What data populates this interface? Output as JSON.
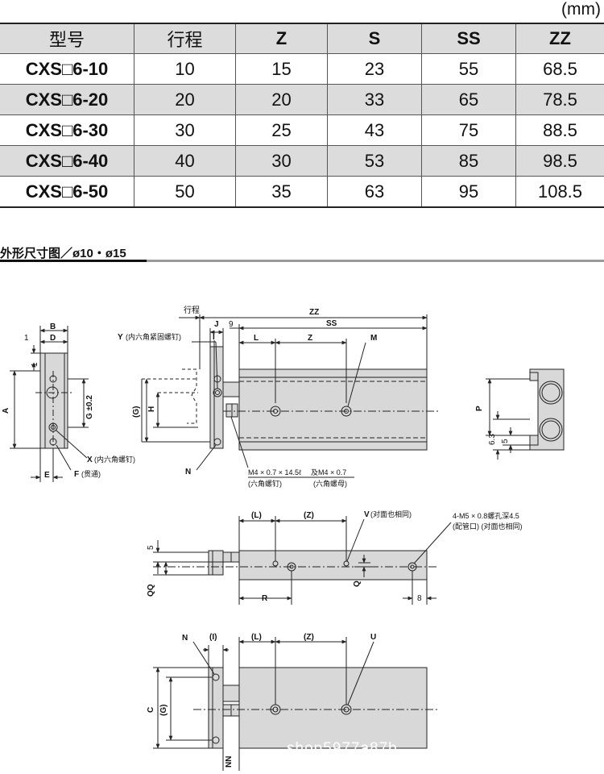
{
  "unit": "(mm)",
  "table": {
    "headers": [
      "型号",
      "行程",
      "Z",
      "S",
      "SS",
      "ZZ"
    ],
    "rows": [
      {
        "model": "CXS□6-10",
        "stroke": "10",
        "z": "15",
        "s": "23",
        "ss": "55",
        "zz": "68.5"
      },
      {
        "model": "CXS□6-20",
        "stroke": "20",
        "z": "20",
        "s": "33",
        "ss": "65",
        "zz": "78.5"
      },
      {
        "model": "CXS□6-30",
        "stroke": "30",
        "z": "25",
        "s": "43",
        "ss": "75",
        "zz": "88.5"
      },
      {
        "model": "CXS□6-40",
        "stroke": "40",
        "z": "30",
        "s": "53",
        "ss": "85",
        "zz": "98.5"
      },
      {
        "model": "CXS□6-50",
        "stroke": "50",
        "z": "35",
        "s": "63",
        "ss": "95",
        "zz": "108.5"
      }
    ]
  },
  "section_title": "外形尺寸图／ø10・ø15",
  "labels": {
    "B": "B",
    "D": "D",
    "one_a": "1",
    "one_b": "1",
    "A": "A",
    "G": "G ±0.2",
    "E": "E",
    "F": "F",
    "F_note": "(贯通)",
    "X": "X",
    "X_note": "(内六角螺钉)",
    "stroke": "行程",
    "ZZ": "ZZ",
    "SS": "SS",
    "J": "J",
    "nine": "9",
    "L": "L",
    "Z": "Z",
    "M": "M",
    "Y": "Y",
    "Y_note": "(内六角紧固螺钉)",
    "I": "I",
    "Gp": "(G)",
    "H": "H",
    "N": "N",
    "m4_screw": "M4 × 0.7 × 14.5ℓ",
    "m4_nut": "及M4 × 0.7",
    "hex_screw": "(六角螺钉)",
    "hex_nut": "(六角螺母)",
    "P": "P",
    "six_three": "6.3",
    "five": "5",
    "Lp": "(L)",
    "Zp": "(Z)",
    "V": "V",
    "V_note": "(对面也相同)",
    "port": "4-M5 × 0.8螺孔深4.5",
    "port_note": "(配管口) (对面也相同)",
    "QQ": "QQ",
    "R": "R",
    "Q": "Q",
    "eight": "8",
    "Ip": "(I)",
    "U": "U",
    "C": "C",
    "NN": "NN"
  },
  "watermark": "shop5977a87b",
  "colors": {
    "accent": "#c0392b",
    "body_fill": "#d8d8d8",
    "line": "#222222"
  }
}
